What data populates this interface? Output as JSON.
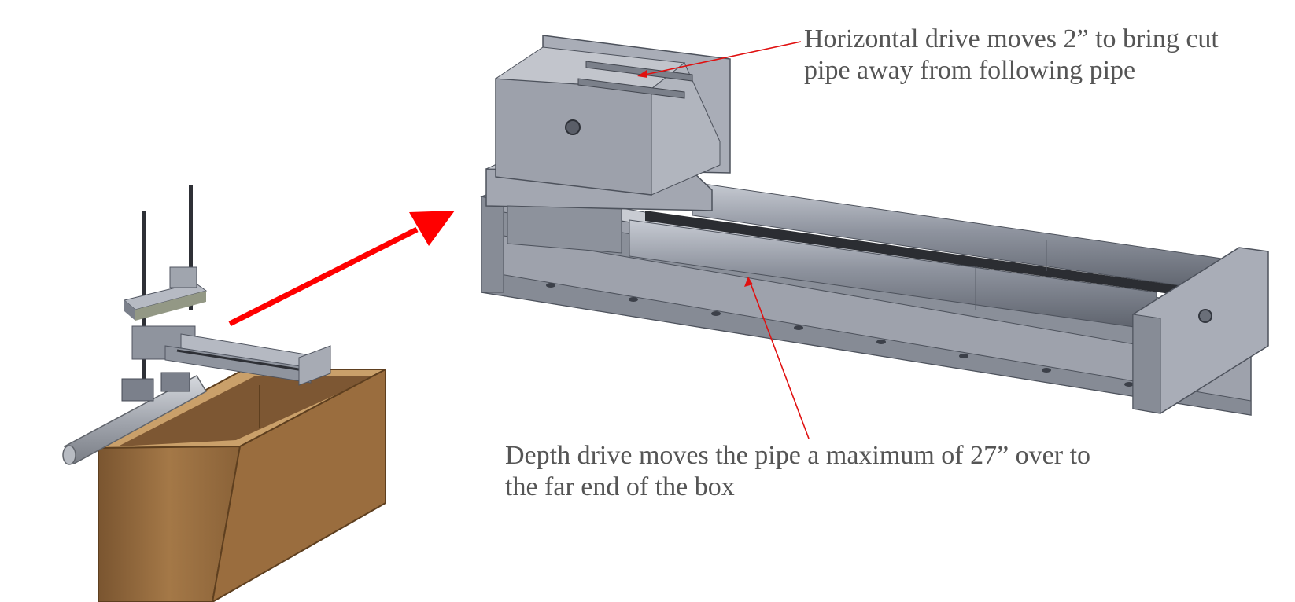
{
  "annotations": {
    "horizontal": "Horizontal drive moves 2” to bring cut\npipe away from following pipe",
    "depth": "Depth drive moves the pipe a maximum of 27” over to\nthe far end of the box"
  },
  "colors": {
    "arrow": "#ff0000",
    "callout_line": "#e01010",
    "metal": "#a9adb8",
    "metal_dark": "#6f7480",
    "box_wood": "#9c6e3c",
    "annotation_text": "#555555"
  },
  "icons": [
    "red-arrow",
    "callout-line"
  ]
}
